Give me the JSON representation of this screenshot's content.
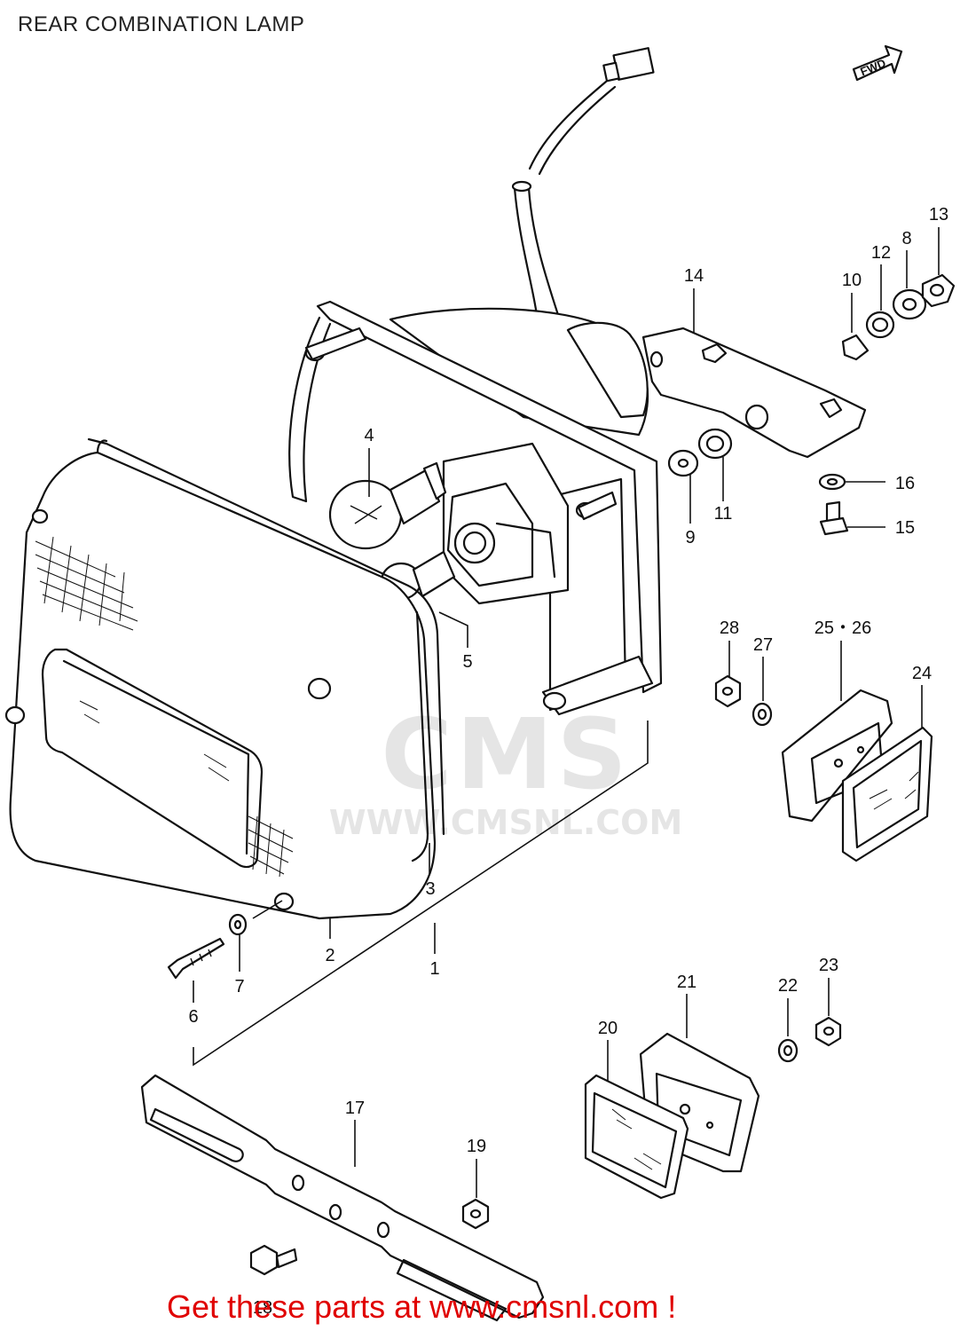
{
  "title": "REAR COMBINATION LAMP",
  "fwd_label": "FWD",
  "watermark": {
    "logo": "CMS",
    "url": "WWW.CMSNL.COM"
  },
  "footer": "Get these parts at www.cmsnl.com !",
  "callouts": {
    "c1": "1",
    "c2": "2",
    "c3": "3",
    "c4": "4",
    "c5": "5",
    "c6": "6",
    "c7": "7",
    "c8": "8",
    "c9": "9",
    "c10": "10",
    "c11": "11",
    "c12": "12",
    "c13": "13",
    "c14": "14",
    "c15": "15",
    "c16": "16",
    "c17": "17",
    "c18": "18",
    "c19": "19",
    "c20": "20",
    "c21": "21",
    "c22": "22",
    "c23": "23",
    "c24": "24",
    "c25_26": "25・26",
    "c27": "27",
    "c28": "28"
  }
}
